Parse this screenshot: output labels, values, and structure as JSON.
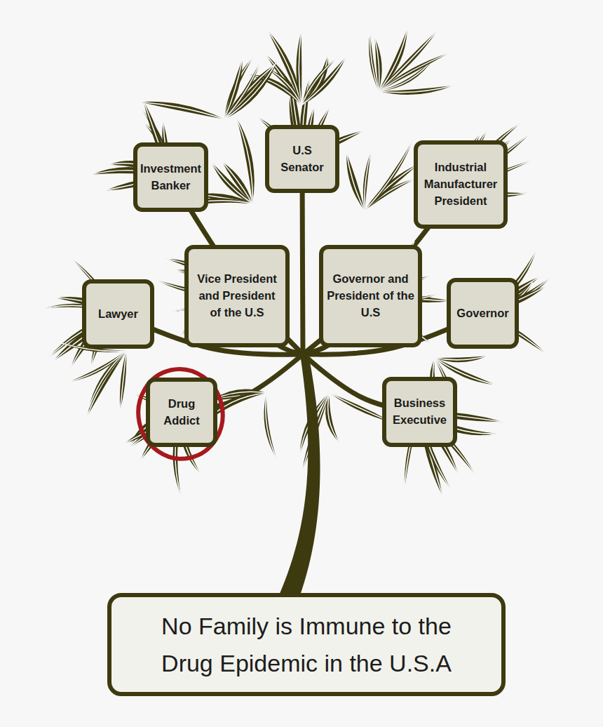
{
  "diagram": {
    "nodes": [
      {
        "text": [
          "Investment Banker"
        ]
      },
      {
        "text": [
          "U.S Senator"
        ]
      },
      {
        "text": [
          "Industrial Manufacturer President"
        ]
      },
      {
        "text": [
          "Lawyer"
        ]
      },
      {
        "text": [
          "Vice President and President of the U.S"
        ]
      },
      {
        "text": [
          "Governor and President of the U.S"
        ]
      },
      {
        "text": [
          "Governor"
        ]
      },
      {
        "text": [
          "Drug Addict"
        ]
      },
      {
        "text": [
          "Business Executive"
        ]
      },
      {
        "text": [
          "No Family is Immune to the Drug Epidemic in the U.S.A"
        ]
      }
    ]
  }
}
